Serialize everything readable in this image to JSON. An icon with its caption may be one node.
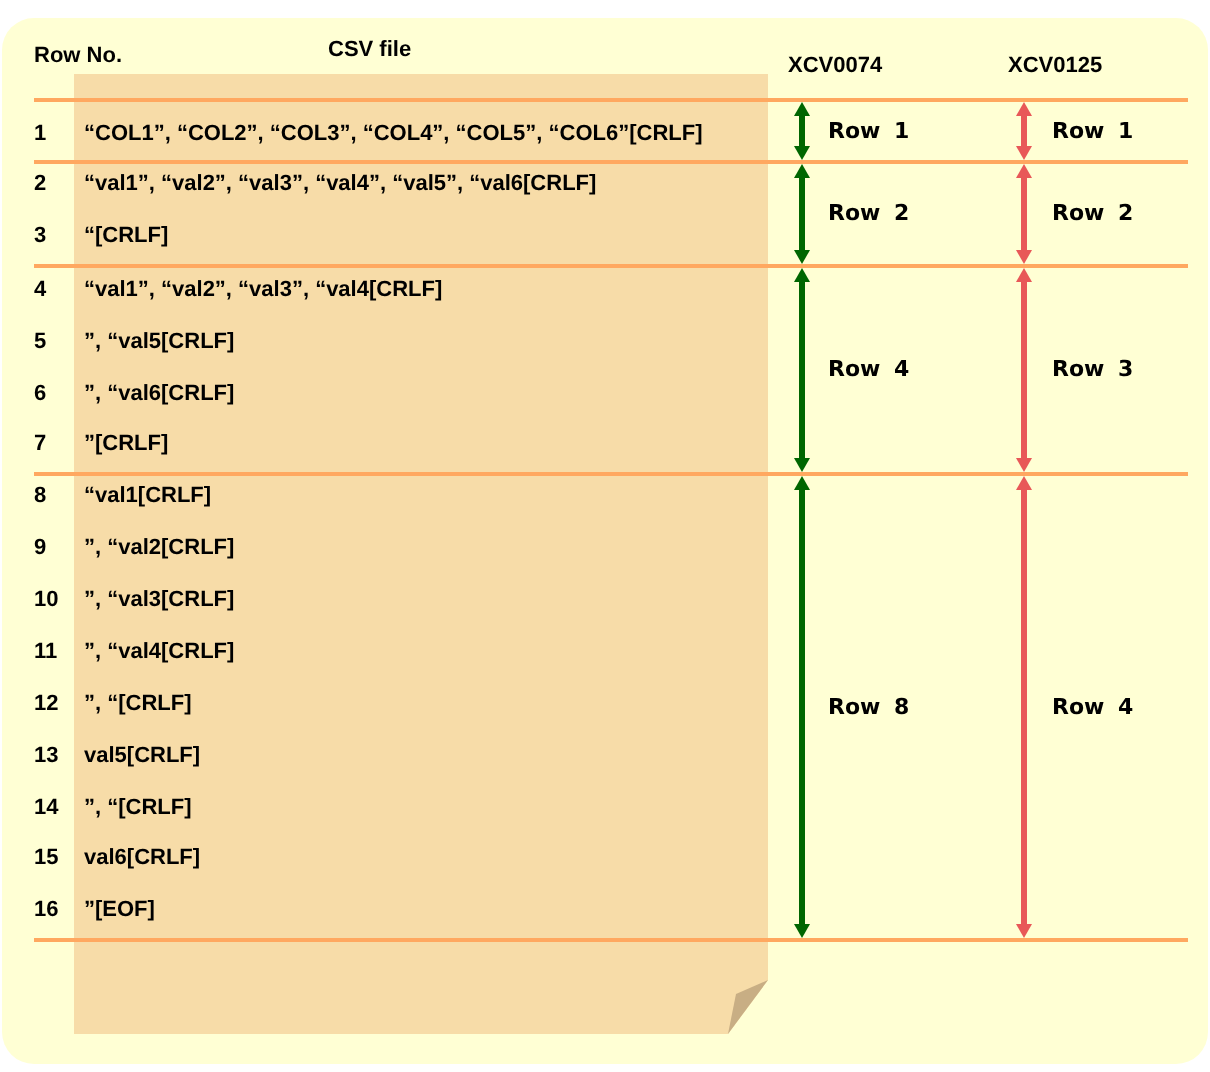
{
  "diagram": {
    "labels": [
      "Row No.",
      "CSV file",
      "XCV0074",
      "XCV0125",
      "1",
      "“COL1”, “COL2”, “COL3”, “COL4”, “COL5”, “COL6”[CRLF]",
      "Row 1",
      "Row 1",
      "2",
      "“val1”, “val2”, “val3”, “val4”, “val5”, “val6[CRLF]",
      "Row 2",
      "Row 2",
      "3",
      "“[CRLF]",
      "4",
      "“val1”, “val2”, “val3”, “val4[CRLF]",
      "Row 4",
      "Row 3",
      "5",
      "”, “val5[CRLF]",
      "6",
      "”, “val6[CRLF]",
      "7",
      "”[CRLF]",
      "8",
      "“val1[CRLF]",
      "Row 8",
      "Row 4",
      "9",
      "”, “val2[CRLF]",
      "10",
      "”, “val3[CRLF]",
      "11",
      "”, “val4[CRLF]",
      "12",
      "”, “[CRLF]",
      "13",
      "val5[CRLF]",
      "14",
      "”, “[CRLF]",
      "15",
      "val6[CRLF]",
      "16",
      "”[EOF]"
    ]
  }
}
